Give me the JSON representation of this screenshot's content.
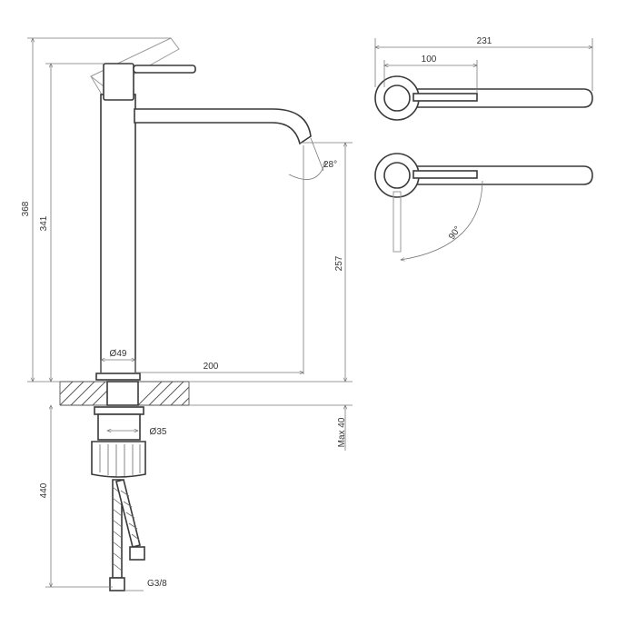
{
  "dimensions": {
    "total_height": "368",
    "spout_height": "341",
    "outlet_height": "257",
    "spout_reach": "200",
    "body_diameter": "Ø49",
    "shank_diameter": "Ø35",
    "max_thickness": "Max 40",
    "hose_length": "440",
    "thread": "G3/8",
    "spout_angle": "28°",
    "top_length": "231",
    "top_lever": "100",
    "lever_rotation": "90°"
  }
}
